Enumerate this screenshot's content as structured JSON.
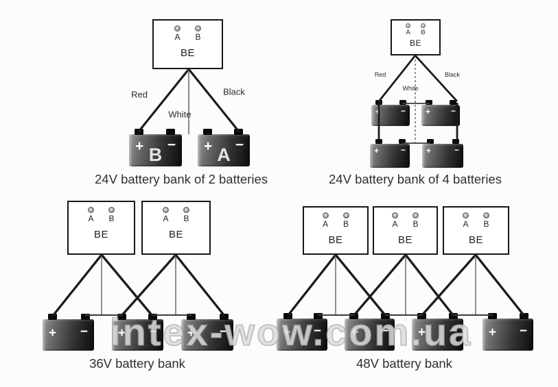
{
  "watermark": "intex-wow.com.ua",
  "be_unit": {
    "label": "BE",
    "port_a": "A",
    "port_b": "B"
  },
  "wires": {
    "red": "Red",
    "white": "White",
    "black": "Black"
  },
  "battery_signs": {
    "plus": "+",
    "minus": "−"
  },
  "diagrams": {
    "d24v2": {
      "caption": "24V battery bank of 2 batteries",
      "left_battery_label": "B",
      "right_battery_label": "A"
    },
    "d24v4": {
      "caption": "24V battery bank of 4 batteries"
    },
    "d36v": {
      "caption": "36V battery bank"
    },
    "d48v": {
      "caption": "48V battery bank"
    }
  },
  "colors": {
    "background": "#fcfcfc",
    "wire_dark": "#1c1c1c",
    "wire_gray": "#8f8f8f",
    "junction": "#3a3a3a",
    "text": "#303030",
    "watermark_gray": "#cfcfcf"
  }
}
